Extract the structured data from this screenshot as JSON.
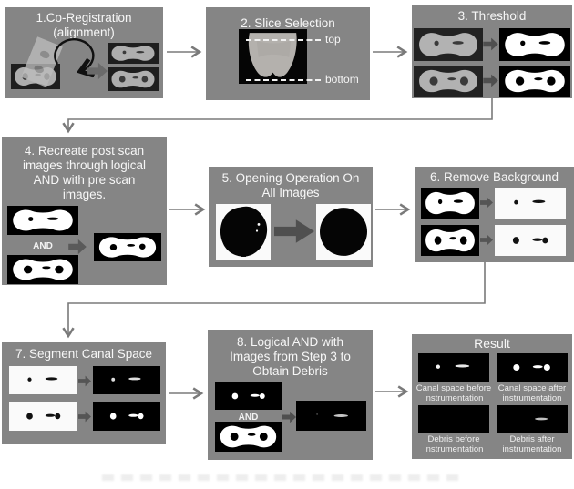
{
  "colors": {
    "box_bg": "#858585",
    "text": "#f5f5f5",
    "connector_arrow": "#7a7a7a",
    "fat_arrow": "#555555",
    "binary_white": "#ffffff",
    "image_black": "#000000",
    "grayscale_bone": "#b2b2b2"
  },
  "steps": {
    "step1": {
      "title_line1": "1.Co-Registration",
      "title_line2": "(alignment)"
    },
    "step2": {
      "title": "2. Slice Selection",
      "label_top": "top",
      "label_bottom": "bottom"
    },
    "step3": {
      "title": "3. Threshold"
    },
    "step4": {
      "title_line1": "4. Recreate post scan",
      "title_line2": "images through logical",
      "title_line3": "AND with pre scan",
      "title_line4": "images.",
      "and_label": "AND"
    },
    "step5": {
      "title_line1": "5. Opening Operation On",
      "title_line2": "All Images"
    },
    "step6": {
      "title": "6. Remove Background"
    },
    "step7": {
      "title": "7. Segment Canal Space"
    },
    "step8": {
      "title_line1": "8. Logical AND with",
      "title_line2": "Images from Step 3 to",
      "title_line3": "Obtain Debris",
      "and_label": "AND"
    },
    "result": {
      "title": "Result",
      "captions": [
        {
          "line1": "Canal space before",
          "line2": "instrumentation"
        },
        {
          "line1": "Canal space after",
          "line2": "instrumentation"
        },
        {
          "line1": "Debris before",
          "line2": "instrumentation"
        },
        {
          "line1": "Debris after",
          "line2": "instrumentation"
        }
      ]
    }
  }
}
